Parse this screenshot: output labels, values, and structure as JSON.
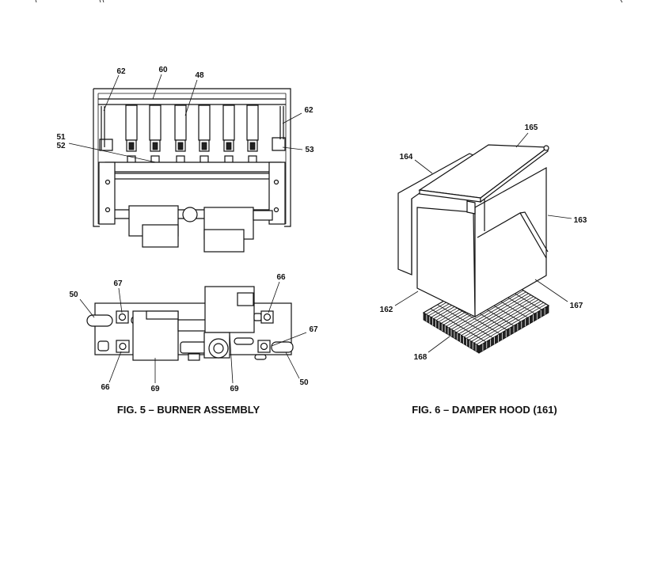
{
  "figure5": {
    "caption": "FIG. 5 – BURNER ASSEMBLY",
    "top_callouts": [
      "62",
      "60",
      "48",
      "62",
      "51",
      "52",
      "53"
    ],
    "bottom_callouts": [
      "50",
      "67",
      "66",
      "67",
      "50",
      "66",
      "69",
      "69"
    ]
  },
  "figure6": {
    "caption": "FIG. 6 – DAMPER HOOD (161)",
    "callouts": [
      "165",
      "164",
      "163",
      "162",
      "167",
      "168"
    ]
  }
}
